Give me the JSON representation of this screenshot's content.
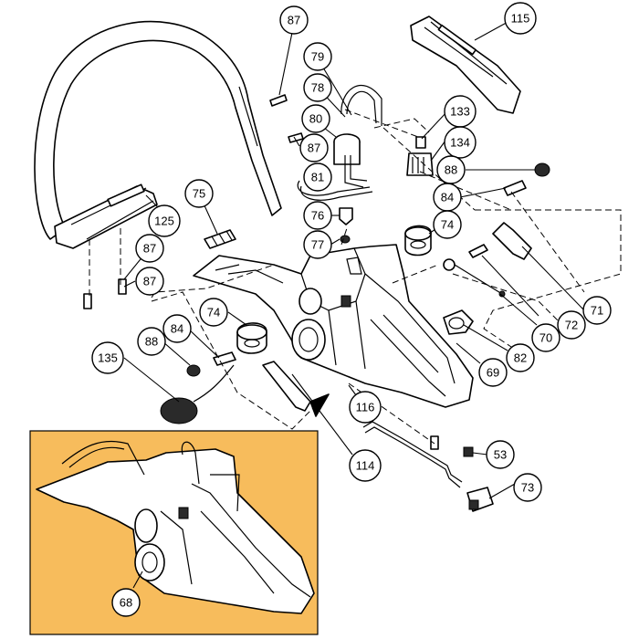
{
  "colors": {
    "inset_background": "#f7bc5c",
    "line": "#000000",
    "background": "#ffffff"
  },
  "callouts": [
    "87",
    "115",
    "79",
    "78",
    "80",
    "87",
    "133",
    "134",
    "81",
    "88",
    "75",
    "84",
    "76",
    "74",
    "77",
    "125",
    "87",
    "87",
    "71",
    "74",
    "84",
    "88",
    "72",
    "70",
    "82",
    "69",
    "135",
    "116",
    "114",
    "53",
    "73",
    "68"
  ]
}
